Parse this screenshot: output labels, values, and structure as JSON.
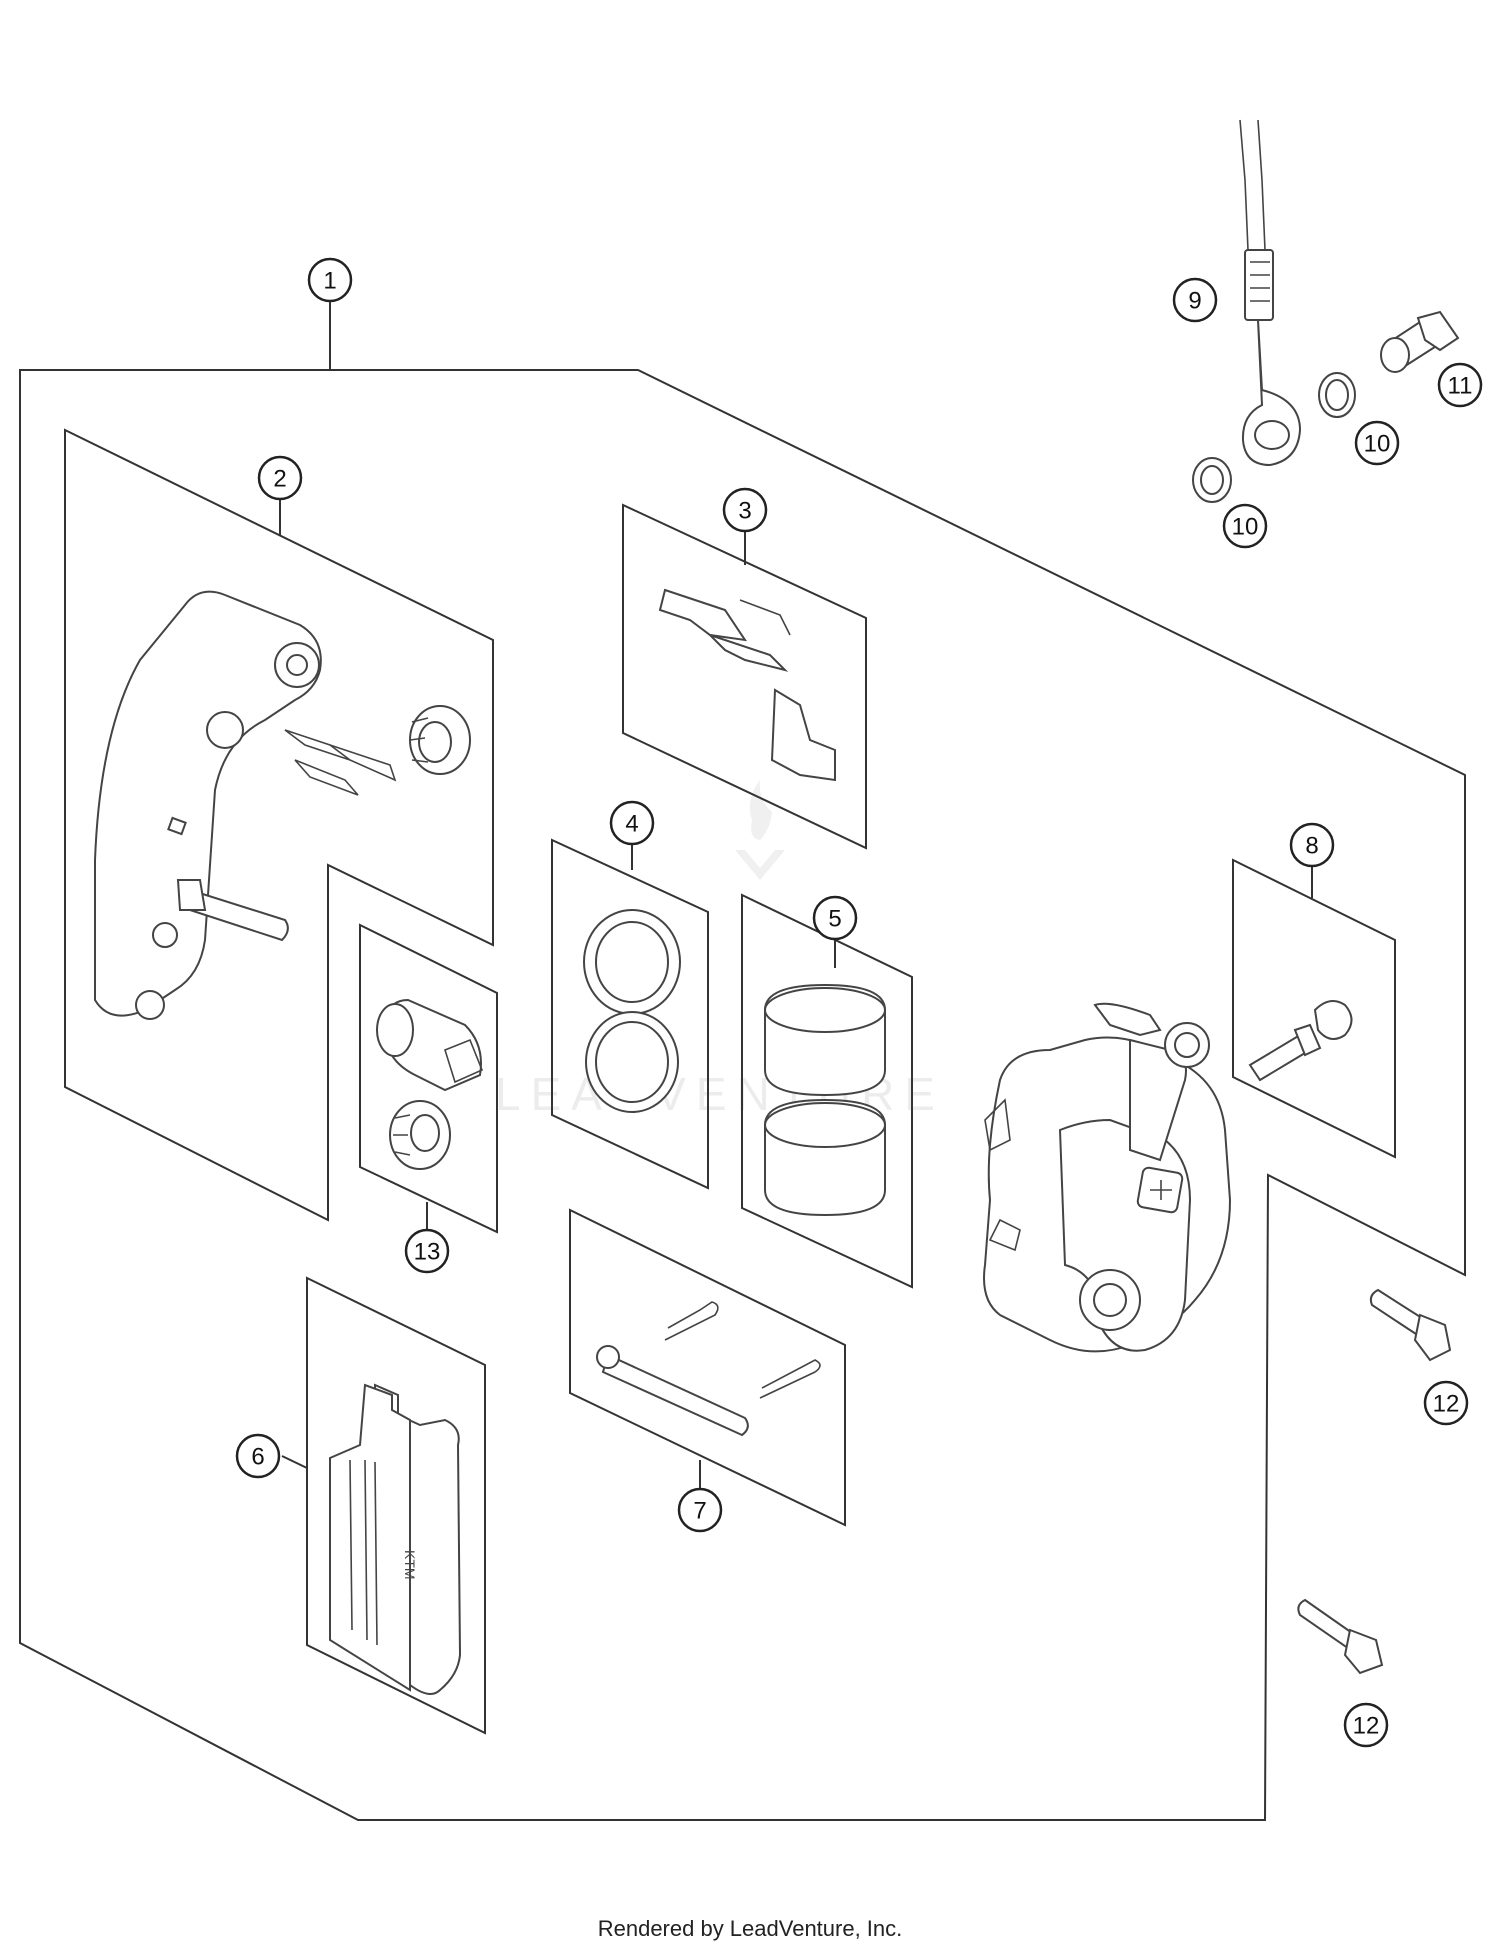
{
  "callouts": {
    "c1": "1",
    "c2": "2",
    "c3": "3",
    "c4": "4",
    "c5": "5",
    "c6": "6",
    "c7": "7",
    "c8": "8",
    "c9": "9",
    "c10a": "10",
    "c10b": "10",
    "c11": "11",
    "c12a": "12",
    "c12b": "12",
    "c13": "13"
  },
  "watermark": {
    "text": "LEADVENTURE"
  },
  "footer": {
    "text": "Rendered by LeadVenture, Inc."
  }
}
